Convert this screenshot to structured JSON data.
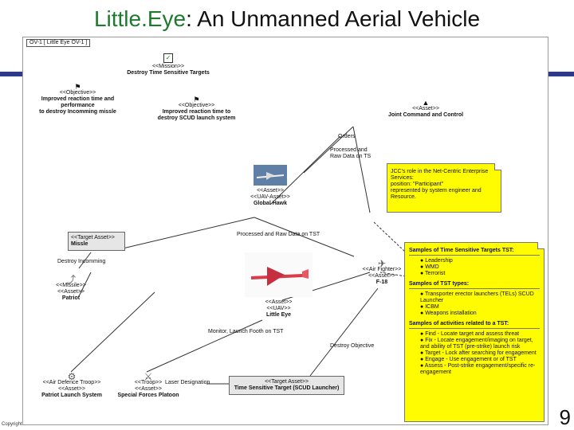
{
  "title": {
    "brand": "Little.Eye",
    "rest": ": An Unmanned Aerial Vehicle"
  },
  "diagram": {
    "header": "OV-1 [ Little Eye OV-1 ]",
    "mission": {
      "stereotype": "<<Mission>>",
      "name": "Destroy Time Sensitive Targets"
    },
    "objective1": {
      "stereotype": "<<Objective>>",
      "lines": [
        "Improved reaction time and",
        "performance",
        "to destroy Incomming missle"
      ]
    },
    "objective2": {
      "stereotype": "<<Objective>>",
      "lines": [
        "Improved reaction time to",
        "destroy SCUD launch system"
      ]
    },
    "jcc": {
      "stereotype": "<<Asset>>",
      "name": "Joint Command and Control"
    },
    "orders_label": "Orders",
    "processed_label": "Processed and Raw Data on TS",
    "note1": {
      "lines": [
        "JCC's role in the Net-Centric Enterprise Services:",
        "position: \"Participant\"",
        "represented by system engineer and Resource."
      ]
    },
    "global_hawk": {
      "stereotype1": "<<Asset>>",
      "stereotype2": "<<UAV-Asset>>",
      "name": "Global Hawk"
    },
    "missle": {
      "stereotype": "<<Target Asset>>",
      "name": "Missle"
    },
    "processed_raw_label": "Processed and Raw Data on TST",
    "destroy_label": "Destroy Incomming",
    "patriot": {
      "stereotype1": "<<Missile>>",
      "stereotype2": "<<Asset>>",
      "name": "Patriot"
    },
    "little_eye": {
      "stereotype1": "<<Asset>>",
      "stereotype2": "<<UAV>>",
      "name": "Little Eye"
    },
    "f18": {
      "stereotype": "<<Air Fighter>>",
      "stereotype2": "<<Asset>>",
      "name": "F-18"
    },
    "monitor_label": "Monitor, Launch Footh on TST",
    "destroy_objective_label": "Destroy Objective",
    "laser_label": "Laser Designation",
    "patriot_launch": {
      "stereotype1": "<<Air Defence Troop>>",
      "stereotype2": "<<Asset>>",
      "name": "Patriot Launch System"
    },
    "special_forces": {
      "stereotype1": "<<Troop>>",
      "stereotype2": "<<Asset>>",
      "name": "Special Forces Platoon"
    },
    "tst": {
      "stereotype": "<<Target Asset>>",
      "name": "Time Sensitive Target (SCUD Launcher)"
    },
    "note2": {
      "heading1": "Samples of Time Sensitive Targets TST:",
      "list1": [
        "Leadership",
        "WMD",
        "Terrorist"
      ],
      "heading2": "Samples of TST types:",
      "list2": [
        "Transporter erector launchers (TELs) SCUD Launcher",
        "ICBM",
        "Weapons installation"
      ],
      "heading3": "Samples of activities related to a TST:",
      "list3": [
        "Find - Locate target and assess threat",
        "Fix - Locate engagement/imaging on target, and ability of TST (pre-strike) launch risk",
        "Target - Lock after searching for engagement",
        "Engage - Use engagement or of TST",
        "Assess - Post-strike engagement/specific re-engagement"
      ]
    }
  },
  "footer": "Copyright",
  "page_number": "9"
}
